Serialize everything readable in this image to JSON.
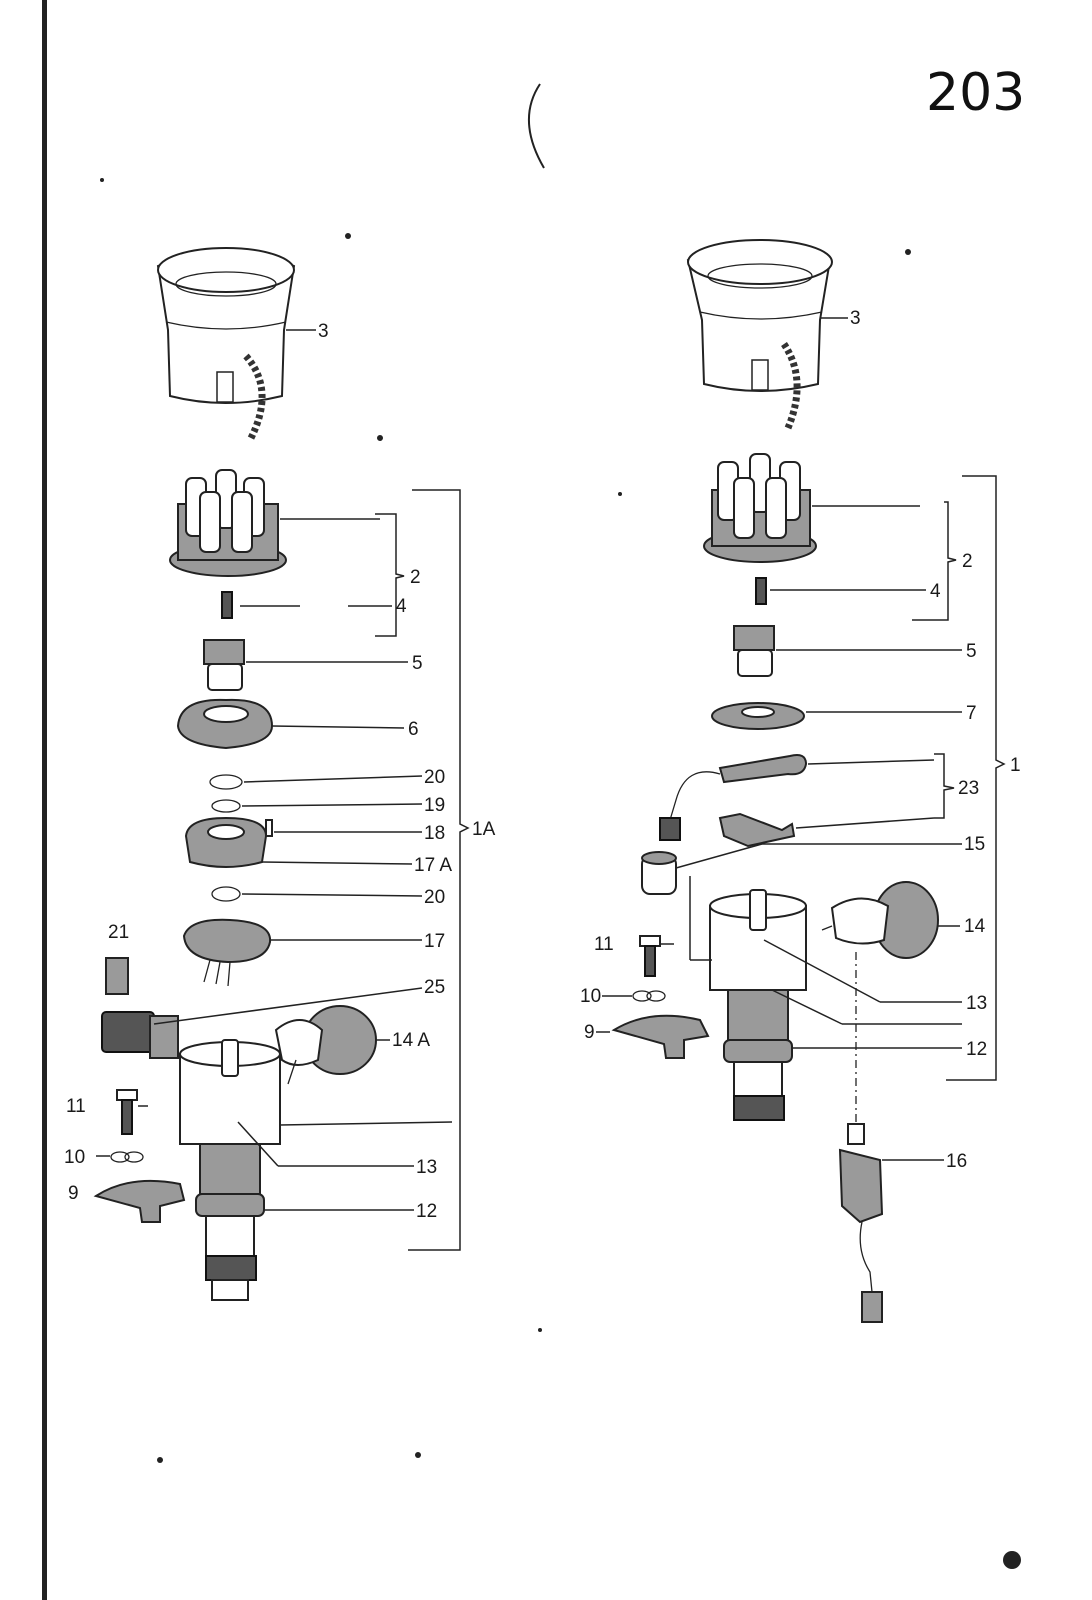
{
  "page_number": "203",
  "left_assembly": {
    "bracket_label": "1A",
    "callouts": [
      {
        "id": "l3",
        "text": "3"
      },
      {
        "id": "l2",
        "text": "2"
      },
      {
        "id": "l4",
        "text": "4"
      },
      {
        "id": "l5",
        "text": "5"
      },
      {
        "id": "l6",
        "text": "6"
      },
      {
        "id": "l20a",
        "text": "20"
      },
      {
        "id": "l19",
        "text": "19"
      },
      {
        "id": "l18",
        "text": "18"
      },
      {
        "id": "l17A",
        "text": "17 A"
      },
      {
        "id": "l20b",
        "text": "20"
      },
      {
        "id": "l17",
        "text": "17"
      },
      {
        "id": "l21",
        "text": "21"
      },
      {
        "id": "l25",
        "text": "25"
      },
      {
        "id": "l14A",
        "text": "14 A"
      },
      {
        "id": "l11",
        "text": "11"
      },
      {
        "id": "l10",
        "text": "10"
      },
      {
        "id": "l9",
        "text": "9"
      },
      {
        "id": "l13",
        "text": "13"
      },
      {
        "id": "l12",
        "text": "12"
      }
    ]
  },
  "right_assembly": {
    "bracket_label": "1",
    "callouts": [
      {
        "id": "r3",
        "text": "3"
      },
      {
        "id": "r2",
        "text": "2"
      },
      {
        "id": "r4",
        "text": "4"
      },
      {
        "id": "r5",
        "text": "5"
      },
      {
        "id": "r7",
        "text": "7"
      },
      {
        "id": "r23",
        "text": "23"
      },
      {
        "id": "r15",
        "text": "15"
      },
      {
        "id": "r14",
        "text": "14"
      },
      {
        "id": "r11",
        "text": "11"
      },
      {
        "id": "r10",
        "text": "10"
      },
      {
        "id": "r9",
        "text": "9"
      },
      {
        "id": "r13",
        "text": "13"
      },
      {
        "id": "r12",
        "text": "12"
      },
      {
        "id": "r16",
        "text": "16"
      }
    ]
  }
}
